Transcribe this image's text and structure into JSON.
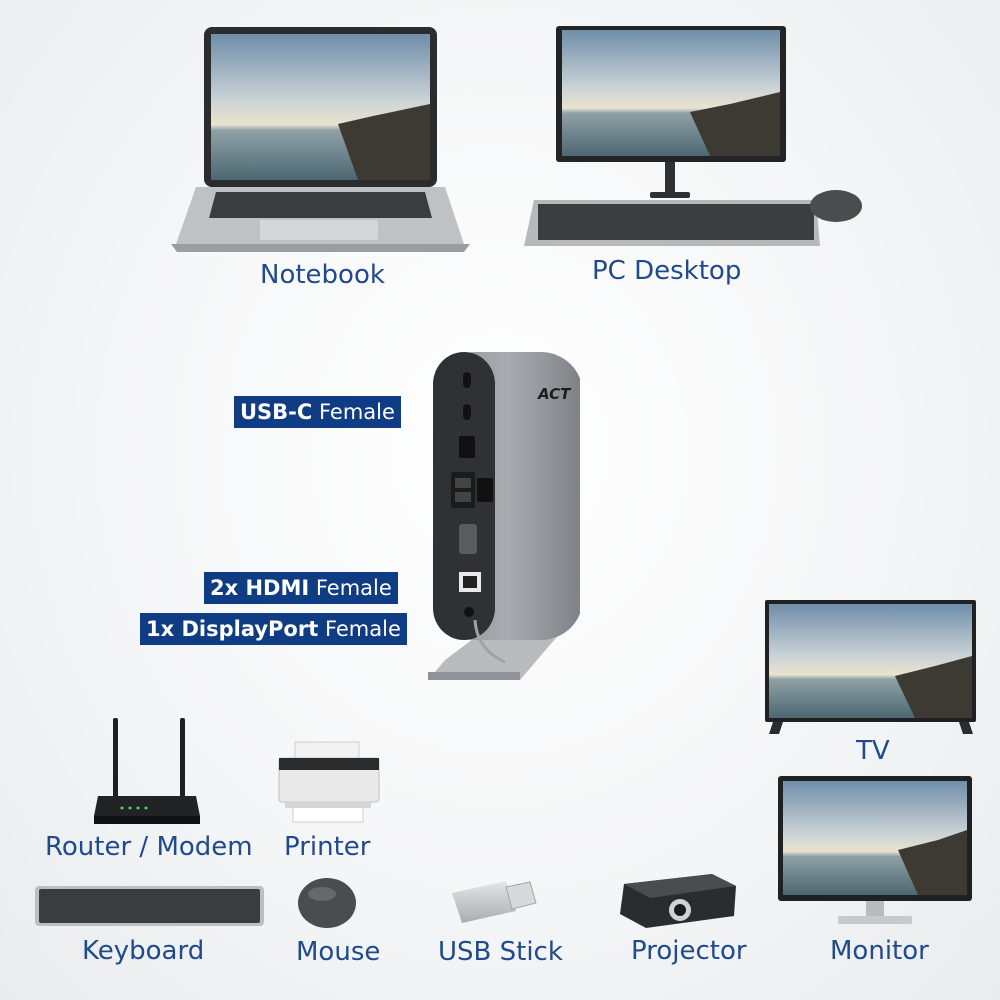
{
  "devices": {
    "notebook": "Notebook",
    "pc_desktop": "PC Desktop",
    "tv": "TV",
    "router": "Router / Modem",
    "printer": "Printer",
    "keyboard": "Keyboard",
    "mouse": "Mouse",
    "usb_stick": "USB Stick",
    "projector": "Projector",
    "monitor": "Monitor"
  },
  "dock": {
    "brand": "ACT",
    "tags": [
      {
        "bold": "USB-C",
        "rest": " Female"
      },
      {
        "bold": "2x HDMI",
        "rest": " Female"
      },
      {
        "bold": "1x DisplayPort",
        "rest": " Female"
      }
    ]
  }
}
